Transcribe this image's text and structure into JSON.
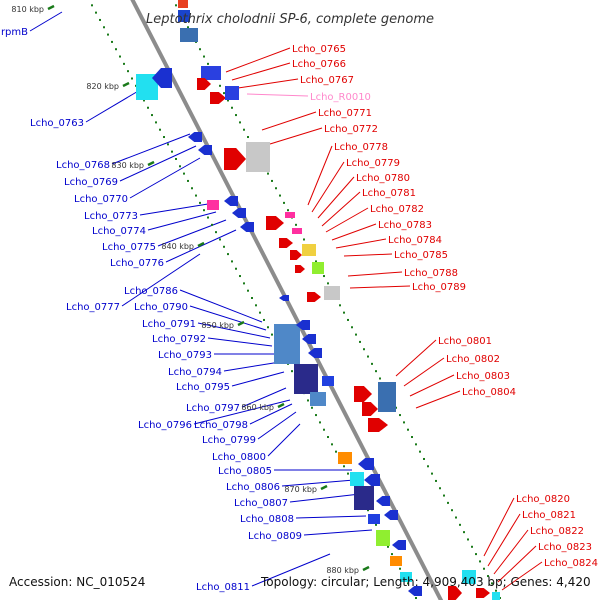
{
  "title": "Leptothrix cholodnii SP-6, complete genome",
  "accession": "Accession: NC_010524",
  "summary": "Topology: circular; Length: 4,909,403 bp; Genes: 4,420",
  "colors": {
    "background": "#ffffff",
    "backbone": "#8c8c8c",
    "forward_label": "#e00000",
    "reverse_label": "#0000cc",
    "rna_label": "#ff88cc",
    "tick_mark": "#1a7a1a"
  },
  "ticks": [
    "810 kbp",
    "820 kbp",
    "830 kbp",
    "840 kbp",
    "850 kbp",
    "860 kbp",
    "870 kbp",
    "880 kbp"
  ],
  "forward_labels": [
    "Lcho_0765",
    "Lcho_0766",
    "Lcho_0767",
    "Lcho_R0010",
    "Lcho_0771",
    "Lcho_0772",
    "Lcho_0778",
    "Lcho_0779",
    "Lcho_0780",
    "Lcho_0781",
    "Lcho_0782",
    "Lcho_0783",
    "Lcho_0784",
    "Lcho_0785",
    "Lcho_0788",
    "Lcho_0789",
    "Lcho_0801",
    "Lcho_0802",
    "Lcho_0803",
    "Lcho_0804",
    "Lcho_0820",
    "Lcho_0821",
    "Lcho_0822",
    "Lcho_0823",
    "Lcho_0824"
  ],
  "reverse_labels": [
    "rpmB",
    "Lcho_0763",
    "Lcho_0768",
    "Lcho_0769",
    "Lcho_0770",
    "Lcho_0773",
    "Lcho_0774",
    "Lcho_0775",
    "Lcho_0776",
    "Lcho_0777",
    "Lcho_0786",
    "Lcho_0790",
    "Lcho_0791",
    "Lcho_0792",
    "Lcho_0793",
    "Lcho_0794",
    "Lcho_0795",
    "Lcho_0797",
    "Lcho_0796",
    "Lcho_0798",
    "Lcho_0799",
    "Lcho_0800",
    "Lcho_0805",
    "Lcho_0806",
    "Lcho_0807",
    "Lcho_0808",
    "Lcho_0809",
    "Lcho_0811"
  ]
}
